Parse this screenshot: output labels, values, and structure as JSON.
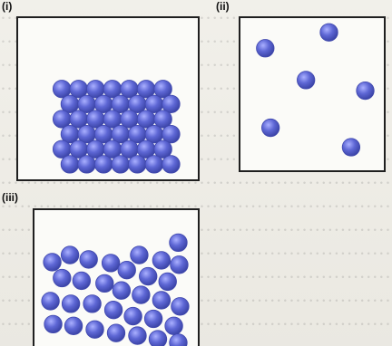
{
  "figure": {
    "panels": [
      {
        "label": "(i)",
        "description": "",
        "particle_color": "#5e67d5"
      },
      {
        "label": "(ii)",
        "description": "",
        "particle_color": "#5e67d5"
      },
      {
        "label": "(iii)",
        "description": "",
        "particle_color": "#5e67d5"
      }
    ]
  }
}
